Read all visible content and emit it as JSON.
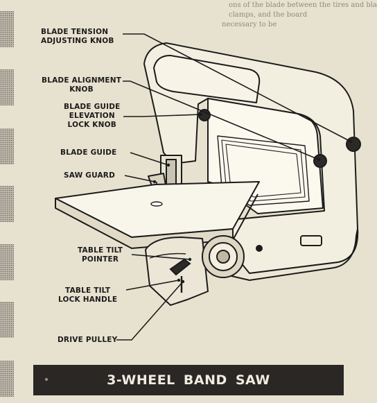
{
  "labels": {
    "blade_tension": [
      "BLADE TENSION",
      "ADJUSTING KNOB"
    ],
    "blade_alignment": [
      "BLADE ALIGNMENT",
      "KNOB"
    ],
    "blade_guide_elevation": [
      "BLADE GUIDE",
      "ELEVATION",
      "LOCK KNOB"
    ],
    "blade_guide": "BLADE GUIDE",
    "saw_guard": "SAW GUARD",
    "table_tilt_pointer": [
      "TABLE TILT",
      "POINTER"
    ],
    "table_tilt_lock": [
      "TABLE TILT",
      "LOCK HANDLE"
    ],
    "drive_pulley": "DRIVE PULLEY"
  },
  "background_text": [
    "ons of the blade between the tires and blade",
    "clamps, and the board",
    "necessary to be"
  ],
  "caption": "3-WHEEL BAND SAW",
  "colors": {
    "paper": "#e7e2cf",
    "ink": "#1b1b1b",
    "banner": "#2a2725",
    "banner_text": "#f1ece1"
  }
}
